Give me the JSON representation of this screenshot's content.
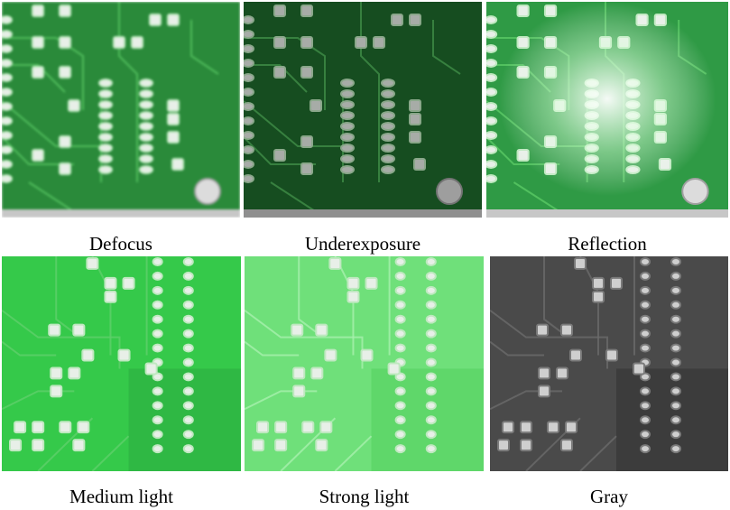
{
  "figure": {
    "panels": [
      {
        "id": "defocus",
        "label": "Defocus",
        "color": "#2a8a3a",
        "style": "defocus"
      },
      {
        "id": "underexposure",
        "label": "Underexposure",
        "color": "#1f6b2d",
        "style": "underexposure"
      },
      {
        "id": "reflection",
        "label": "Reflection",
        "color": "#2f9a45",
        "style": "reflection"
      },
      {
        "id": "medium-light",
        "label": "Medium light",
        "color": "#35c94a",
        "style": "medium"
      },
      {
        "id": "strong-light",
        "label": "Strong light",
        "color": "#6fe07a",
        "style": "strong"
      },
      {
        "id": "gray",
        "label": "Gray",
        "color": "#4a4a4a",
        "style": "gray"
      }
    ]
  }
}
